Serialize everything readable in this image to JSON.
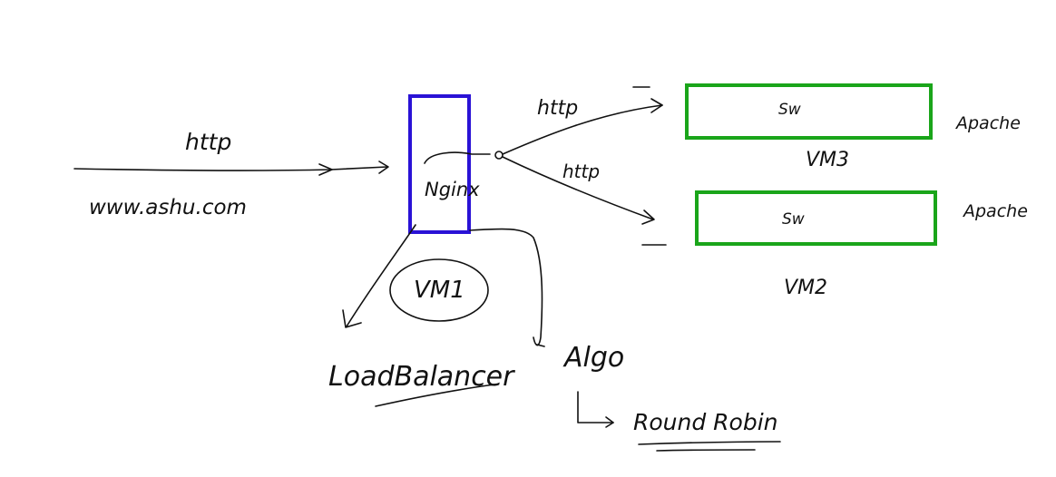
{
  "colors": {
    "ink": "#111111",
    "nginx_box": "#2a12d6",
    "server_box": "#1aa51a",
    "background": "#ffffff"
  },
  "client": {
    "protocol": "http",
    "domain": "www.ashu.com"
  },
  "load_balancer": {
    "software": "Nginx",
    "host": "VM1",
    "role": "LoadBalancer",
    "algo_label": "Algo",
    "algo_value": "Round Robin"
  },
  "links": {
    "upper_protocol": "http",
    "lower_protocol": "http"
  },
  "servers": [
    {
      "inner": "Sw",
      "vm": "VM3",
      "software": "Apache"
    },
    {
      "inner": "Sw",
      "vm": "VM2",
      "software": "Apache"
    }
  ]
}
